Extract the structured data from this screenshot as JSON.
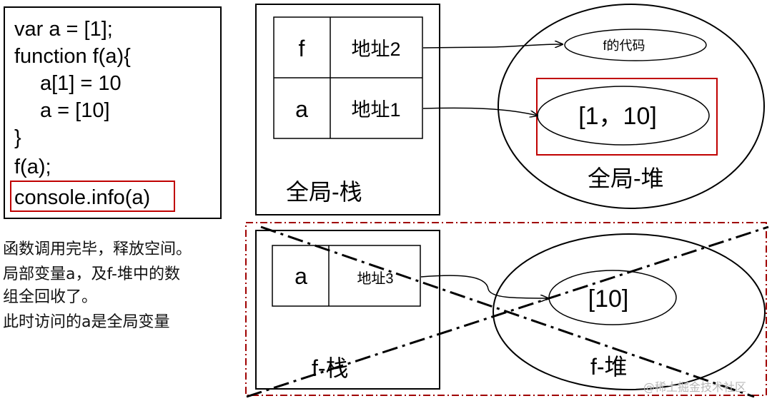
{
  "code": {
    "lines": [
      "var a = [1];",
      "function f(a){",
      "a[1] = 10",
      "a = [10]",
      "}",
      "f(a);",
      "console.info(a)"
    ]
  },
  "global_stack": {
    "rows": [
      {
        "name": "f",
        "address": "地址2"
      },
      {
        "name": "a",
        "address": "地址1"
      }
    ],
    "caption": "全局-栈"
  },
  "global_heap": {
    "nodes": [
      "f的代码",
      "[1，10]"
    ],
    "caption": "全局-堆"
  },
  "f_stack": {
    "rows": [
      {
        "name": "a",
        "address": "地址3"
      }
    ],
    "caption": "f-栈"
  },
  "f_heap": {
    "nodes": [
      "[10]"
    ],
    "caption": "f-堆"
  },
  "note": {
    "lines": [
      "函数调用完毕，释放空间。",
      "局部变量a，及f-堆中的数",
      "组全回收了。",
      "此时访问的a是全局变量"
    ]
  },
  "watermark": "@稀土掘金技术社区",
  "colors": {
    "highlight": "#c00000",
    "ink": "#000000"
  }
}
